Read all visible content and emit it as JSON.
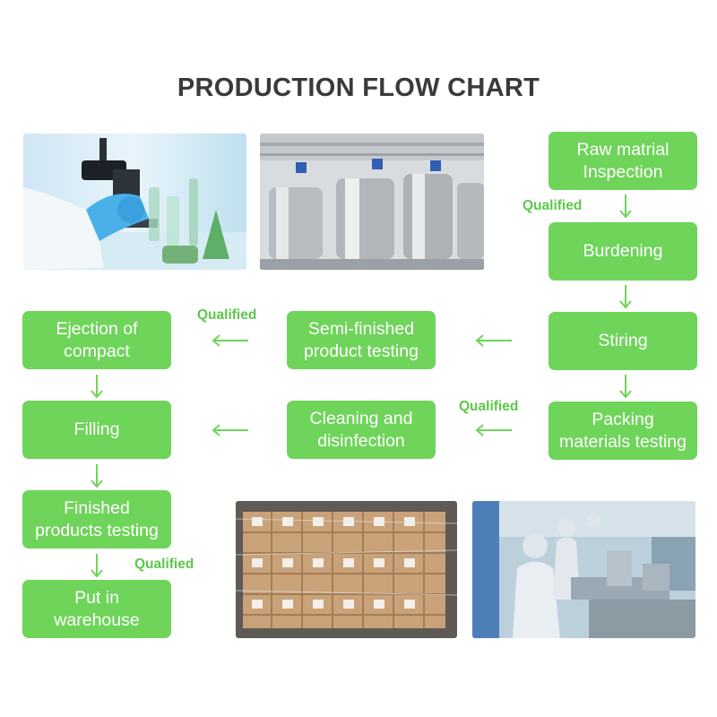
{
  "title": "PRODUCTION FLOW CHART",
  "colors": {
    "box": "#6fd45a",
    "qualified_text": "#5cc84a",
    "arrow": "#6fd45a",
    "title": "#3a3a3a"
  },
  "steps": {
    "raw_material": [
      "Raw matrial",
      "Inspection"
    ],
    "burdening": [
      "Burdening"
    ],
    "stiring": [
      "Stiring"
    ],
    "packing": [
      "Packing",
      "materials testing"
    ],
    "cleaning": [
      "Cleaning and",
      "disinfection"
    ],
    "semi_finished": [
      "Semi-finished",
      "product testing"
    ],
    "ejection": [
      "Ejection of",
      "compact"
    ],
    "filling": [
      "Filling"
    ],
    "finished": [
      "Finished",
      "products testing"
    ],
    "warehouse": [
      "Put in",
      "warehouse"
    ]
  },
  "qualified_label": "Qualified",
  "photos": {
    "lab": "lab-scientist-photo",
    "tanks": "steel-tanks-photo",
    "boxes": "packed-boxes-photo",
    "workshop": "cleanroom-workers-photo"
  }
}
